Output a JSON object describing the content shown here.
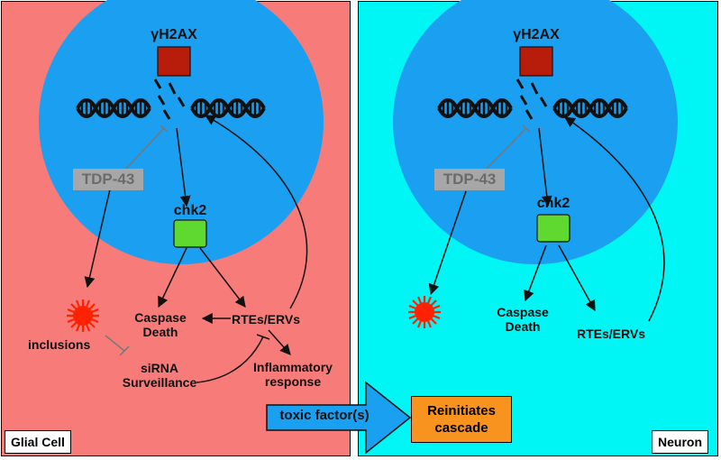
{
  "glial": {
    "title": "Glial Cell",
    "gamma_h2ax": "γH2AX",
    "tdp43": "TDP-43",
    "chk2": "chk2",
    "inclusions": "inclusions",
    "caspase": "Caspase\nDeath",
    "rtes": "RTEs/ERVs",
    "sirna": "siRNA\nSurveillance",
    "inflammatory": "Inflammatory\nresponse"
  },
  "neuron": {
    "title": "Neuron",
    "gamma_h2ax": "γH2AX",
    "tdp43": "TDP-43",
    "chk2": "chk2",
    "caspase": "Caspase\nDeath",
    "rtes": "RTEs/ERVs"
  },
  "toxic_factor": "toxic factor(s)",
  "reinitiates": "Reinitiates\ncascade",
  "colors": {
    "glial_bg": "#f77b79",
    "neuron_bg": "#00f5f5",
    "nucleus": "#1b9ff0",
    "h2ax_box": "#b81d0b",
    "chk2_box": "#5fd82f",
    "tdp_box": "#a7a7a7",
    "toxic_arrow": "#1aa0f0",
    "reinit_box": "#f7931e",
    "inclusion": "#ff2200"
  }
}
